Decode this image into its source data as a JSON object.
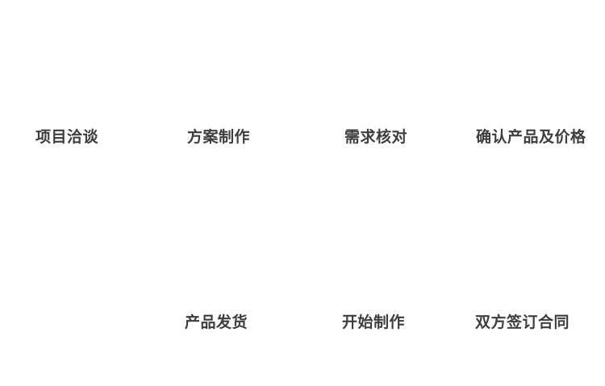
{
  "diagram": {
    "background_color": "#ffffff",
    "text_color": "#3d3d3d",
    "rows": {
      "top_row_labels": [
        "项目洽谈",
        "方案制作",
        "需求核对",
        "确认产品及价格"
      ],
      "bottom_row_labels": [
        "产品发货",
        "开始制作",
        "双方签订合同"
      ]
    },
    "steps": [
      {
        "id": "project-negotiation",
        "label": "项目洽谈",
        "row": "top"
      },
      {
        "id": "proposal-creation",
        "label": "方案制作",
        "row": "top"
      },
      {
        "id": "requirement-verification",
        "label": "需求核对",
        "row": "top"
      },
      {
        "id": "confirm-product-price",
        "label": "确认产品及价格",
        "row": "top"
      },
      {
        "id": "product-shipment",
        "label": "产品发货",
        "row": "bottom"
      },
      {
        "id": "start-production",
        "label": "开始制作",
        "row": "bottom"
      },
      {
        "id": "sign-contract",
        "label": "双方签订合同",
        "row": "bottom"
      }
    ]
  }
}
